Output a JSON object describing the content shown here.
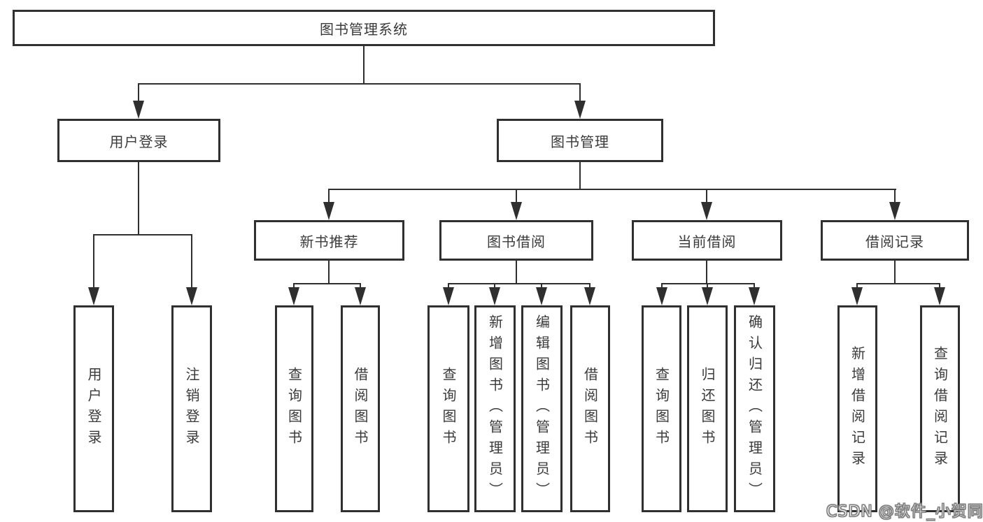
{
  "title": "图书管理系统",
  "tree": {
    "root": {
      "label": "图书管理系统"
    },
    "branches": [
      {
        "label": "用户登录",
        "children": [
          {
            "label": "用户登录"
          },
          {
            "label": "注销登录"
          }
        ]
      },
      {
        "label": "图书管理",
        "children": [
          {
            "label": "新书推荐",
            "children": [
              {
                "label": "查询图书"
              },
              {
                "label": "借阅图书"
              }
            ]
          },
          {
            "label": "图书借阅",
            "children": [
              {
                "label": "查询图书"
              },
              {
                "label": "新增图书（管理员）"
              },
              {
                "label": "编辑图书（管理员）"
              },
              {
                "label": "借阅图书"
              }
            ]
          },
          {
            "label": "当前借阅",
            "children": [
              {
                "label": "查询图书"
              },
              {
                "label": "归还图书"
              },
              {
                "label": "确认归还（管理员）"
              }
            ]
          },
          {
            "label": "借阅记录",
            "children": [
              {
                "label": "新增借阅记录"
              },
              {
                "label": "查询借阅记录"
              }
            ]
          }
        ]
      }
    ]
  },
  "watermark": "CSDN @软件_小贺同学",
  "colors": {
    "box_border": "#303030",
    "connector_line": "#2f2f2f",
    "text": "#3a3a3a",
    "background": "#ffffff",
    "watermark_fill": "#ffffff",
    "watermark_outline": "#7a7a7a"
  }
}
